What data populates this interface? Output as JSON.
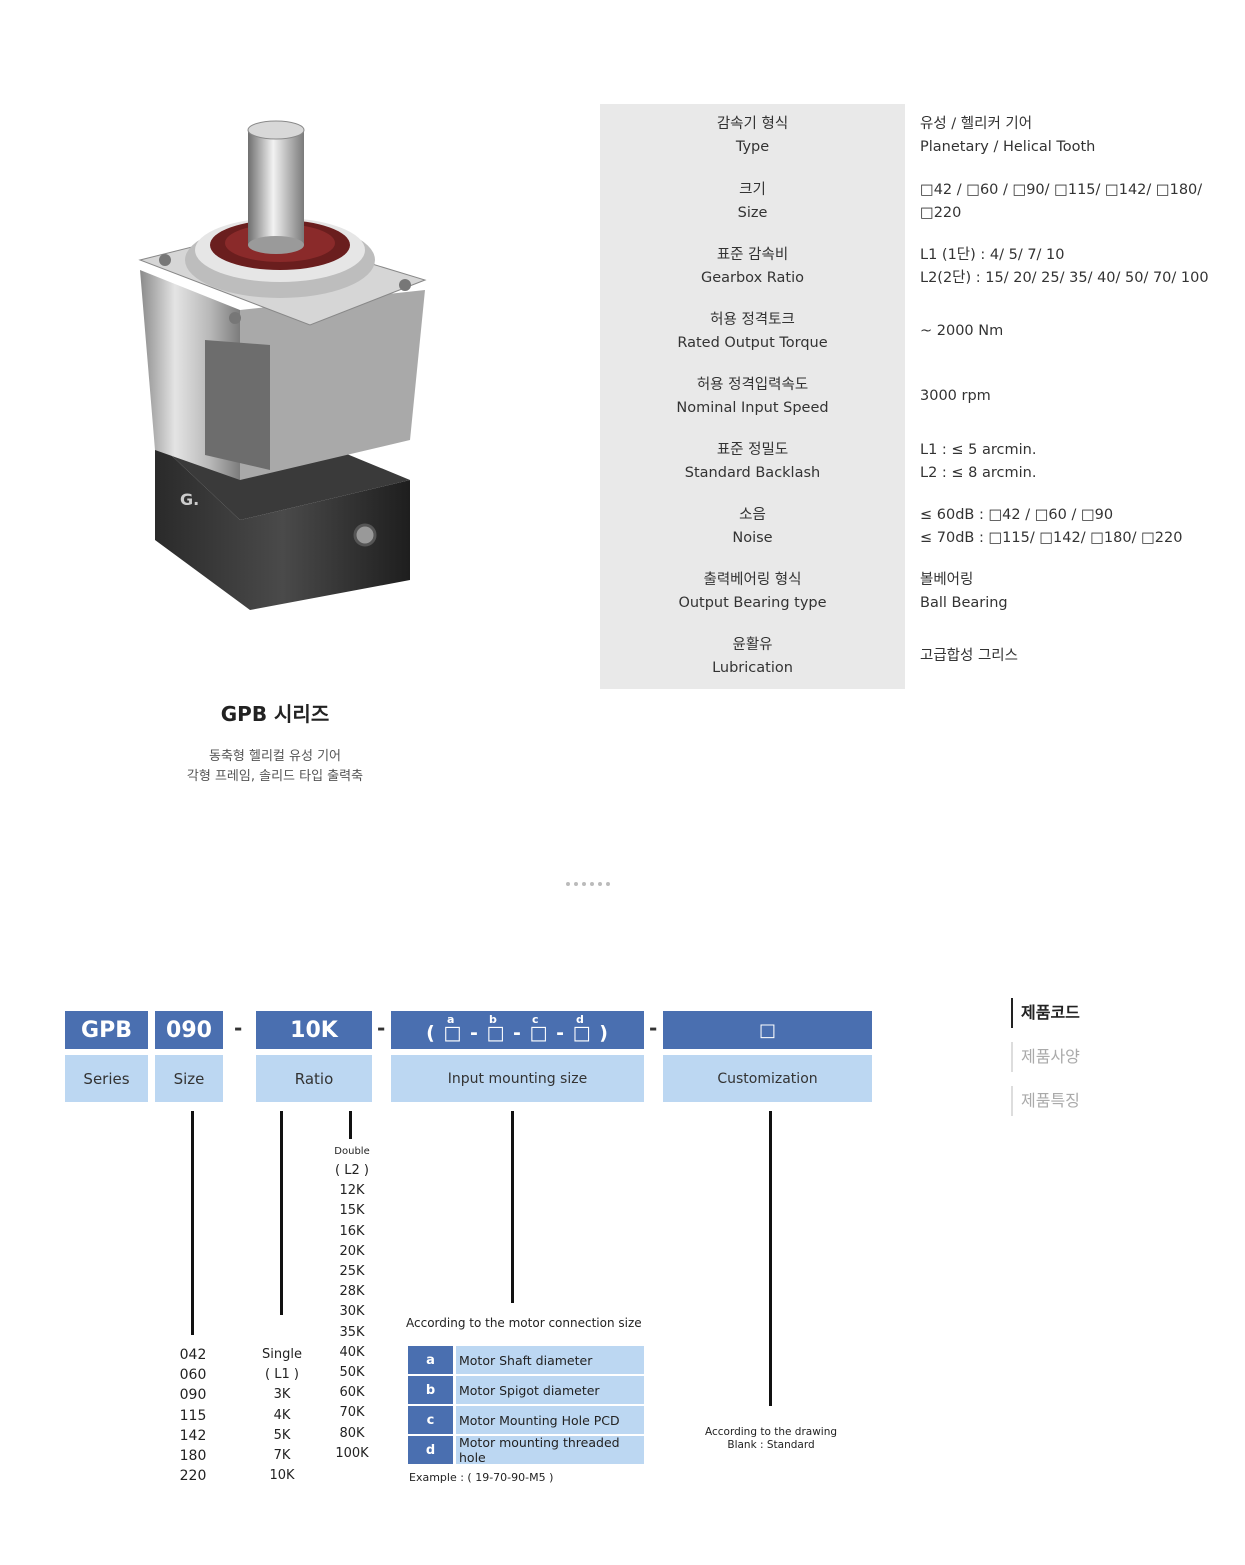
{
  "product": {
    "series_title": "GPB 시리즈",
    "desc_line1": "동축형 헬리컬 유성 기어",
    "desc_line2": "각형 프레임, 솔리드 타입 출력축"
  },
  "spec_table": [
    {
      "label_ko": "감속기 형식",
      "label_en": "Type",
      "value1": "유성 / 헬리커 기어",
      "value2": "Planetary / Helical Tooth"
    },
    {
      "label_ko": "크기",
      "label_en": "Size",
      "value1": "□42 / □60 / □90/ □115/ □142/ □180/",
      "value2": "□220"
    },
    {
      "label_ko": "표준 감속비",
      "label_en": "Gearbox Ratio",
      "value1": "L1 (1단)  : 4/ 5/ 7/ 10",
      "value2": "L2(2단) : 15/ 20/ 25/ 35/ 40/ 50/ 70/ 100"
    },
    {
      "label_ko": "허용 정격토크",
      "label_en": "Rated Output Torque",
      "value1": "~ 2000 Nm",
      "value2": ""
    },
    {
      "label_ko": "허용 정격입력속도",
      "label_en": "Nominal Input Speed",
      "value1": "3000 rpm",
      "value2": ""
    },
    {
      "label_ko": "표준 정밀도",
      "label_en": "Standard Backlash",
      "value1": "L1  : ≤ 5 arcmin.",
      "value2": "L2 : ≤ 8 arcmin."
    },
    {
      "label_ko": "소음",
      "label_en": "Noise",
      "value1": "≤ 60dB : □42 / □60 / □90",
      "value2": "≤ 70dB : □115/ □142/ □180/ □220"
    },
    {
      "label_ko": "출력베어링 형식",
      "label_en": "Output Bearing type",
      "value1": "볼베어링",
      "value2": "Ball Bearing"
    },
    {
      "label_ko": "윤활유",
      "label_en": "Lubrication",
      "value1": "고급합성 그리스",
      "value2": ""
    }
  ],
  "side_nav": [
    {
      "label": "제품코드",
      "active": true
    },
    {
      "label": "제품사양",
      "active": false
    },
    {
      "label": "제품특징",
      "active": false
    }
  ],
  "code": {
    "boxes": {
      "series": "GPB",
      "size": "090",
      "ratio": "10K",
      "mount": "( □ - □ - □ - □ )",
      "custom": "□"
    },
    "letters": [
      "a",
      "b",
      "c",
      "d"
    ],
    "dash": "-",
    "labels": {
      "series": "Series",
      "size": "Size",
      "ratio": "Ratio",
      "mount": "Input mounting size",
      "custom": "Customization"
    },
    "sizes": [
      "042",
      "060",
      "090",
      "115",
      "142",
      "180",
      "220"
    ],
    "single": {
      "title": "Single",
      "sub": "( L1 )",
      "values": [
        "3K",
        "4K",
        "5K",
        "7K",
        "10K"
      ]
    },
    "double": {
      "title": "Double",
      "sub": "( L2 )",
      "values": [
        "12K",
        "15K",
        "16K",
        "20K",
        "25K",
        "28K",
        "30K",
        "35K",
        "40K",
        "50K",
        "60K",
        "70K",
        "80K",
        "100K"
      ]
    },
    "mount_title": "According to the motor connection size",
    "mount_rows": [
      {
        "key": "a",
        "label": "Motor Shaft diameter"
      },
      {
        "key": "b",
        "label": "Motor Spigot diameter"
      },
      {
        "key": "c",
        "label": "Motor Mounting Hole PCD"
      },
      {
        "key": "d",
        "label": "Motor mounting threaded hole"
      }
    ],
    "example": "Example :  ( 19-70-90-M5 )",
    "custom_note1": "According to the drawing",
    "custom_note2": "Blank  : Standard"
  },
  "colors": {
    "code_box": "#4a6fb0",
    "code_label": "#bcd7f2",
    "table_label_bg": "#e9e9e9"
  }
}
